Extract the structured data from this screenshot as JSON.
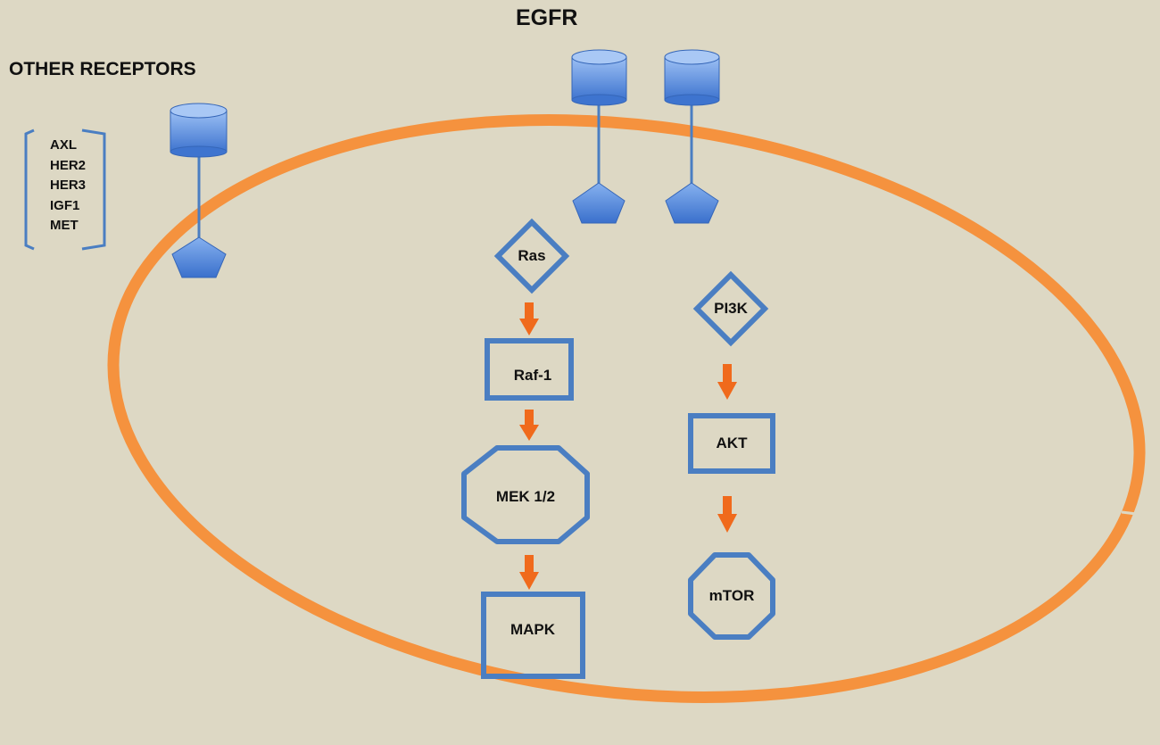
{
  "titles": {
    "egfr": "EGFR",
    "other_receptors": "OTHER RECEPTORS"
  },
  "other_receptors_list": [
    "AXL",
    "HER2",
    "HER3",
    "IGF1",
    "MET"
  ],
  "nodes": {
    "ras": "Ras",
    "raf1": "Raf-1",
    "mek": "MEK 1/2",
    "mapk": "MAPK",
    "pi3k": "PI3K",
    "akt": "AKT",
    "mtor": "mTOR"
  },
  "colors": {
    "background": "#ddd8c4",
    "membrane": "#f5923e",
    "receptor_fill": "#5b8fe0",
    "node_stroke": "#4a7ec2",
    "arrow": "#f06a1c"
  }
}
